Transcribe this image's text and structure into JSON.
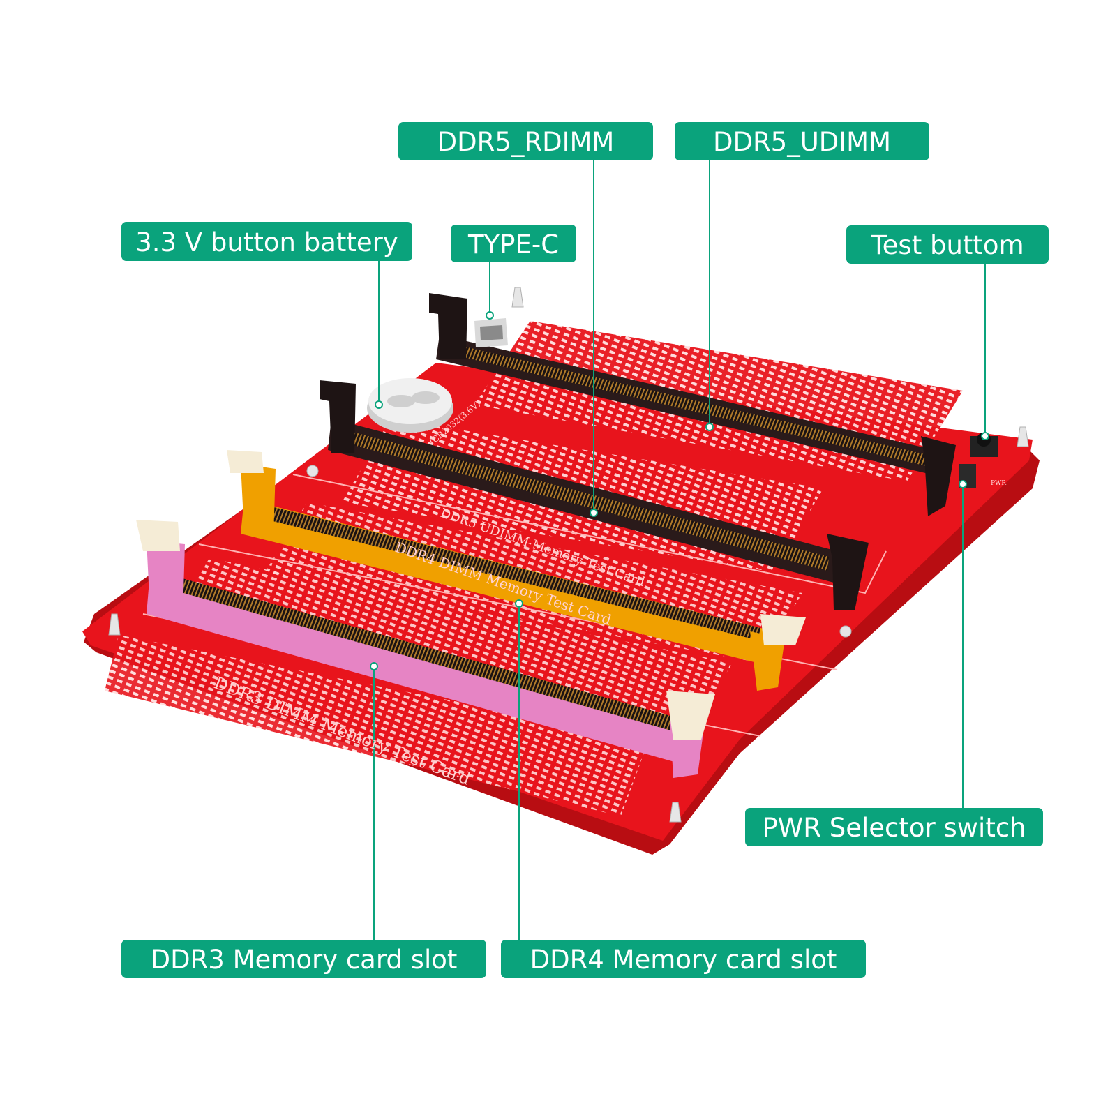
{
  "labels": {
    "ddr5_rdimm": "DDR5_RDIMM",
    "ddr5_udimm": "DDR5_UDIMM",
    "button_battery": "3.3 V button battery",
    "type_c": "TYPE-C",
    "test_button": "Test buttom",
    "pwr_selector": "PWR Selector switch",
    "ddr3_slot": "DDR3 Memory card slot",
    "ddr4_slot": "DDR4 Memory card slot"
  },
  "board_silkscreen": {
    "ddr5_title": "DDR5   UDIMM   Memory   Test   Card",
    "ddr4_title": "DDR4   DIMM   Memory   Test   Card",
    "ddr3_title": "DDR3   DIMM   Memory   Test   Card",
    "battery_marking": "(CR2032(3.6V)",
    "pwr_marking": "PWR"
  },
  "colors": {
    "label_bg": "#0aa37c",
    "label_text": "#ffffff",
    "leader_line": "#0aa37c",
    "pcb": "#e8141c",
    "pcb_edge": "#b80d12",
    "ddr5_slot": "#2a1a1a",
    "ddr4_slot": "#f0a000",
    "ddr3_slot": "#e684c4",
    "latch_light": "#f5ecd6"
  }
}
